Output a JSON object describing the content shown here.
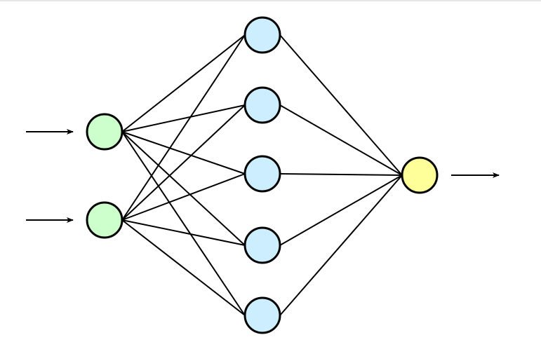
{
  "diagram": {
    "type": "feedforward-neural-network",
    "layers": [
      {
        "role": "input",
        "nodes": 2,
        "color": "#ccffcc"
      },
      {
        "role": "hidden",
        "nodes": 5,
        "color": "#cceeff"
      },
      {
        "role": "output",
        "nodes": 1,
        "color": "#ffff99"
      }
    ],
    "connections": "fully-connected",
    "input_arrows": 2,
    "output_arrows": 1,
    "stroke_color": "#000000"
  }
}
